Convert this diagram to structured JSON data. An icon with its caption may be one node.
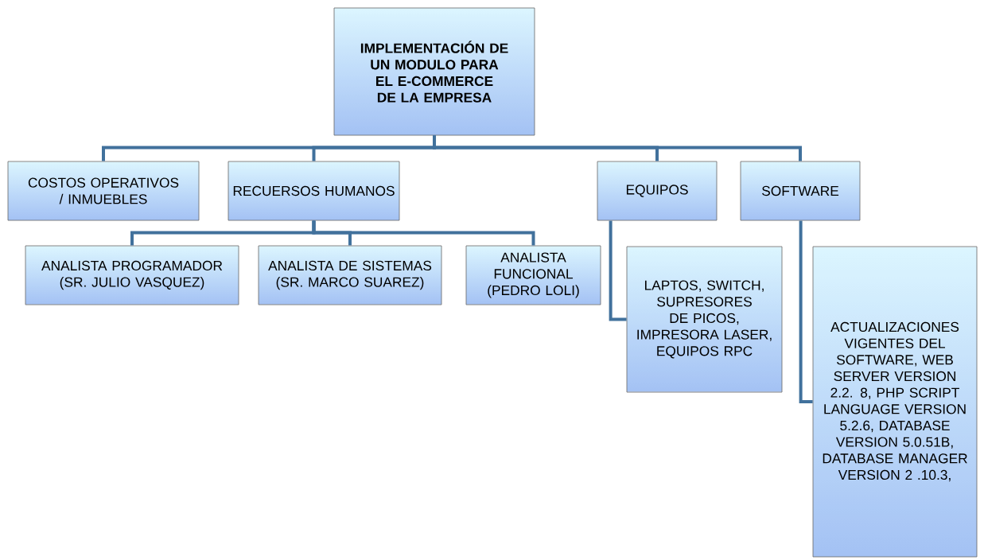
{
  "diagram": {
    "nodes": [
      {
        "text": [
          "IMPLEMENTACIÓN DE UN MODULO PARA EL E-COMMERCE DE LA EMPRESA"
        ]
      },
      {
        "text": [
          "COSTOS OPERATIVOS / INMUEBLES"
        ]
      },
      {
        "text": [
          "RECUERSOS HUMANOS"
        ]
      },
      {
        "text": [
          "EQUIPOS"
        ]
      },
      {
        "text": [
          "SOFTWARE"
        ]
      },
      {
        "text": [
          "ANALISTA PROGRAMADOR (SR. JULIO VASQUEZ)"
        ]
      },
      {
        "text": [
          "ANALISTA DE SISTEMAS (SR. MARCO SUAREZ)"
        ]
      },
      {
        "text": [
          "ANALISTA FUNCIONAL (PEDRO LOLI)"
        ]
      },
      {
        "text": [
          "LAPTOS, SWITCH, SUPRESORES DE PICOS, IMPRESORA LASER, EQUIPOS RPC"
        ]
      },
      {
        "text": [
          "ACTUALIZACIONES VIGENTES DEL SOFTWARE, WEB SERVER VERSION 2.2. 8, PHP SCRIPT LANGUAGE VERSION 5.2.6, DATABASE VERSION 5.0.51B, DATABASE MANAGER VERSION 2 .10.3,"
        ]
      }
    ],
    "edges": [
      {
        "from": 0,
        "to": 1,
        "arrow": "none"
      },
      {
        "from": 0,
        "to": 2,
        "arrow": "none"
      },
      {
        "from": 0,
        "to": 3,
        "arrow": "none"
      },
      {
        "from": 0,
        "to": 4,
        "arrow": "none"
      },
      {
        "from": 2,
        "to": 5,
        "arrow": "none"
      },
      {
        "from": 2,
        "to": 6,
        "arrow": "none"
      },
      {
        "from": 2,
        "to": 7,
        "arrow": "none"
      },
      {
        "from": 3,
        "to": 8,
        "arrow": "none"
      },
      {
        "from": 4,
        "to": 9,
        "arrow": "none"
      }
    ]
  }
}
